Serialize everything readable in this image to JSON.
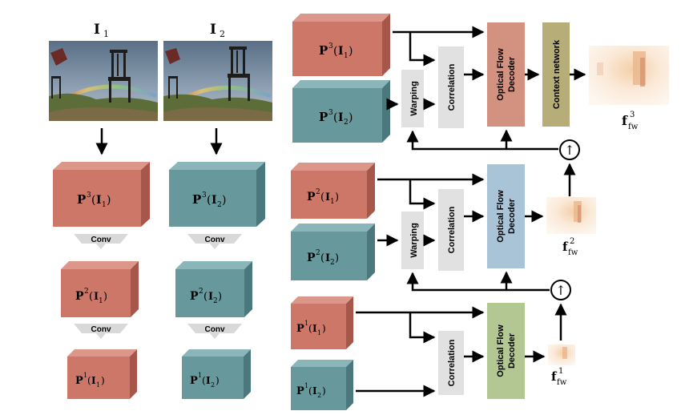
{
  "colors": {
    "red_face": "#cd7768",
    "red_top": "#dc968a",
    "red_side": "#a7574a",
    "teal_face": "#66989c",
    "teal_top": "#8ab6ba",
    "teal_side": "#4a787c",
    "grey_block": "#e1e1e1",
    "decoder_red": "#d3917f",
    "decoder_blue": "#a8c4d6",
    "decoder_green": "#b3c792",
    "context_olive": "#b6ad78",
    "arrow": "#000000"
  },
  "inputs": {
    "image1_label": {
      "main": "I",
      "sub": "1"
    },
    "image2_label": {
      "main": "I",
      "sub": "2"
    }
  },
  "pyramid": {
    "conv_label": "Conv",
    "level3": {
      "p": "P",
      "sup": "3",
      "i": "I",
      "sub1": "1",
      "sub2": "2"
    },
    "level2": {
      "p": "P",
      "sup": "2",
      "i": "I",
      "sub1": "1",
      "sub2": "2"
    },
    "level1": {
      "p": "P",
      "sup": "1",
      "i": "I",
      "sub1": "1",
      "sub2": "2"
    }
  },
  "network": {
    "warping_label": "Warping",
    "correlation_label": "Correlation",
    "decoder_label_line1": "Optical Flow",
    "decoder_label_line2": "Decoder",
    "context_label": "Context network",
    "upsample_symbol": "↑",
    "flow3": {
      "main": "f",
      "sub": "fw",
      "sup": "3"
    },
    "flow2": {
      "main": "f",
      "sub": "fw",
      "sup": "2"
    },
    "flow1": {
      "main": "f",
      "sub": "fw",
      "sup": "1"
    }
  }
}
